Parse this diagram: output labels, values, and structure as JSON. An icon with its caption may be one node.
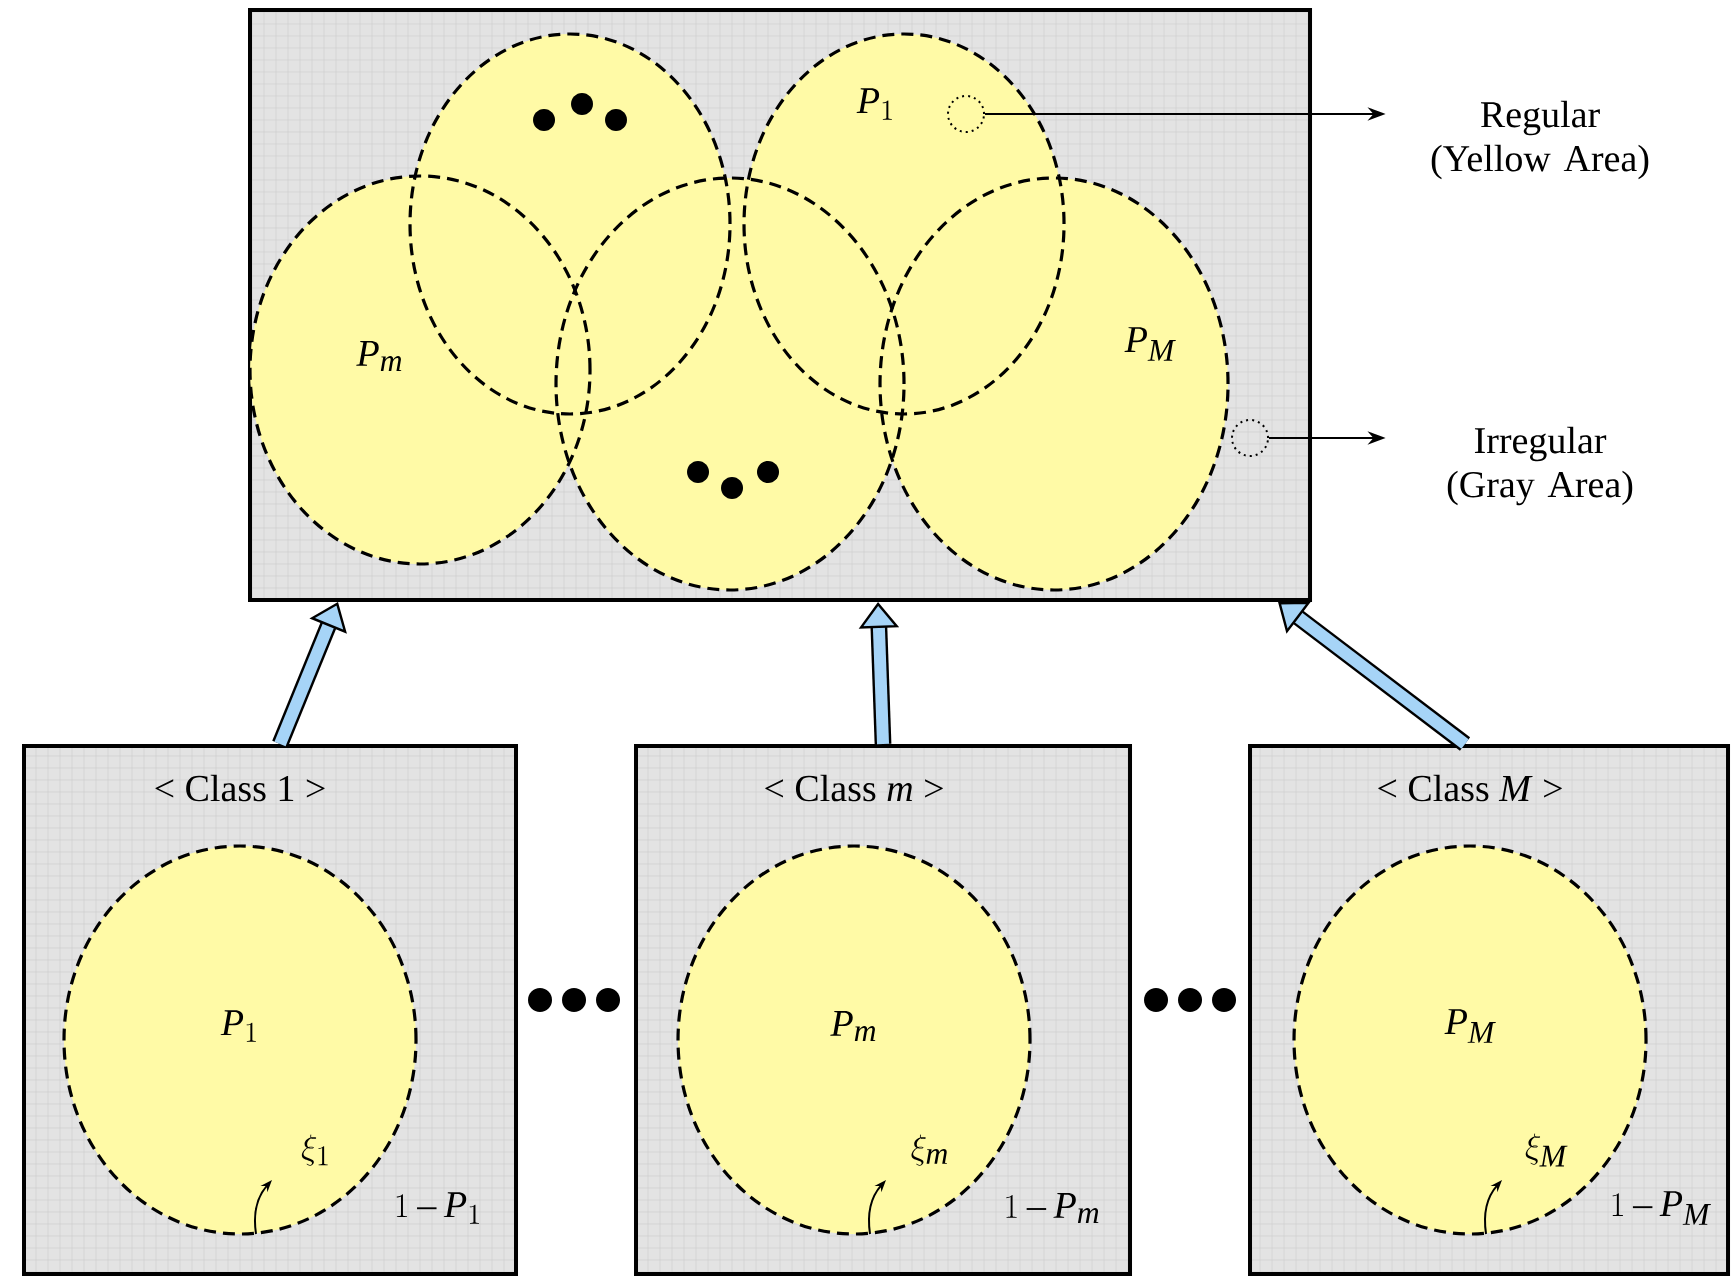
{
  "diagram": {
    "nodes": [
      {
        "text": [],
        "shape": "box"
      },
      {
        "text": [
          "P_m"
        ],
        "in": 0
      },
      {
        "text": [],
        "shape": "circle",
        "in": 0
      },
      {
        "text": [
          "P_1"
        ],
        "in": 0
      },
      {
        "text": [],
        "shape": "circle",
        "in": 0
      },
      {
        "text": [
          "P_M"
        ],
        "in": 0
      },
      {
        "text": [],
        "shape": "circle",
        "in": 3
      },
      {
        "text": [],
        "shape": "circle",
        "in": 0
      },
      {
        "text": [
          "Regular (Yellow Area)"
        ]
      },
      {
        "text": [
          "Irregular (Gray Area)"
        ]
      },
      {
        "text": [
          "< Class 1 >",
          "1-P_1"
        ]
      },
      {
        "text": [
          "P_1",
          "\\xi_1"
        ],
        "in": 10
      },
      {
        "text": [
          "< Class *m* >",
          "1-P_m"
        ]
      },
      {
        "text": [
          "P_m",
          "\\xi_m"
        ],
        "in": 12
      },
      {
        "text": [
          "< Class *M* >",
          "1-P_M"
        ]
      },
      {
        "text": [
          "P_M",
          "\\xi_M"
        ],
        "in": 14
      }
    ],
    "edges": [
      {
        "from": 6,
        "to": 8,
        "arrow": "to",
        "color": "#000000"
      },
      {
        "from": 7,
        "to": 9,
        "arrow": "to",
        "color": "#000000"
      },
      {
        "from": 10,
        "to": 0,
        "arrow": "to"
      },
      {
        "from": 12,
        "to": 0,
        "arrow": "to"
      },
      {
        "from": 14,
        "to": 0,
        "arrow": "to"
      }
    ]
  }
}
